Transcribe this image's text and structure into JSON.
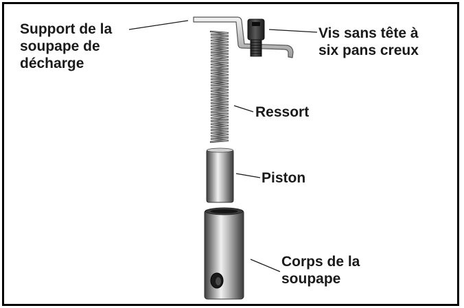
{
  "labels": {
    "support": [
      "Support de la",
      "soupape de",
      "décharge"
    ],
    "vis": [
      "Vis sans tête à",
      "six pans creux"
    ],
    "ressort": "Ressort",
    "piston": "Piston",
    "corps": [
      "Corps de la",
      "soupape"
    ]
  },
  "colors": {
    "border": "#000000",
    "text": "#1a1a1a",
    "metal_dark": "#3a3a3a",
    "metal_light": "#e8e8e8"
  }
}
